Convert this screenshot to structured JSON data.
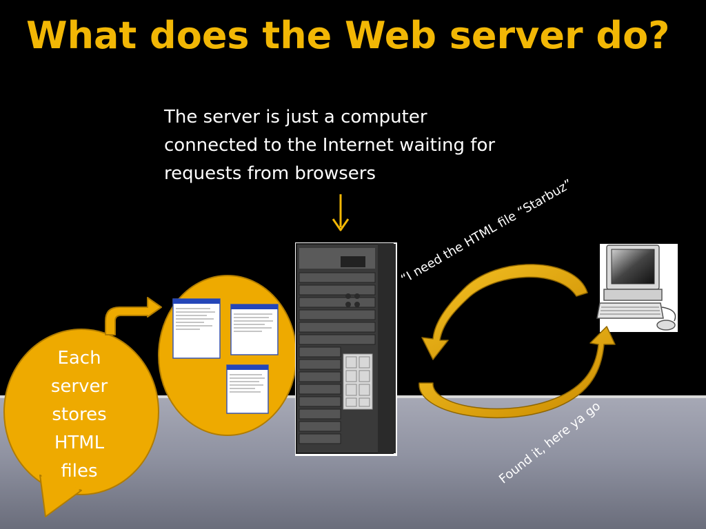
{
  "slide": {
    "title": "What does the Web server do?",
    "description_lines": [
      "The server is just a computer",
      "connected to the Internet waiting for",
      "requests from browsers"
    ],
    "request_label": "“I need the HTML file “Starbuz”",
    "response_label": "Found it, here ya go",
    "bubble_lines": [
      "Each",
      "server",
      "stores",
      "HTML",
      "files"
    ]
  },
  "colors": {
    "accent": "#f2b705",
    "bubble": "#eeaa00",
    "text": "#ffffff",
    "background": "#000000"
  },
  "icons": [
    "down-arrow-icon",
    "html-file-icon",
    "server-rack-icon",
    "desktop-computer-icon",
    "curved-arrow-icon"
  ]
}
